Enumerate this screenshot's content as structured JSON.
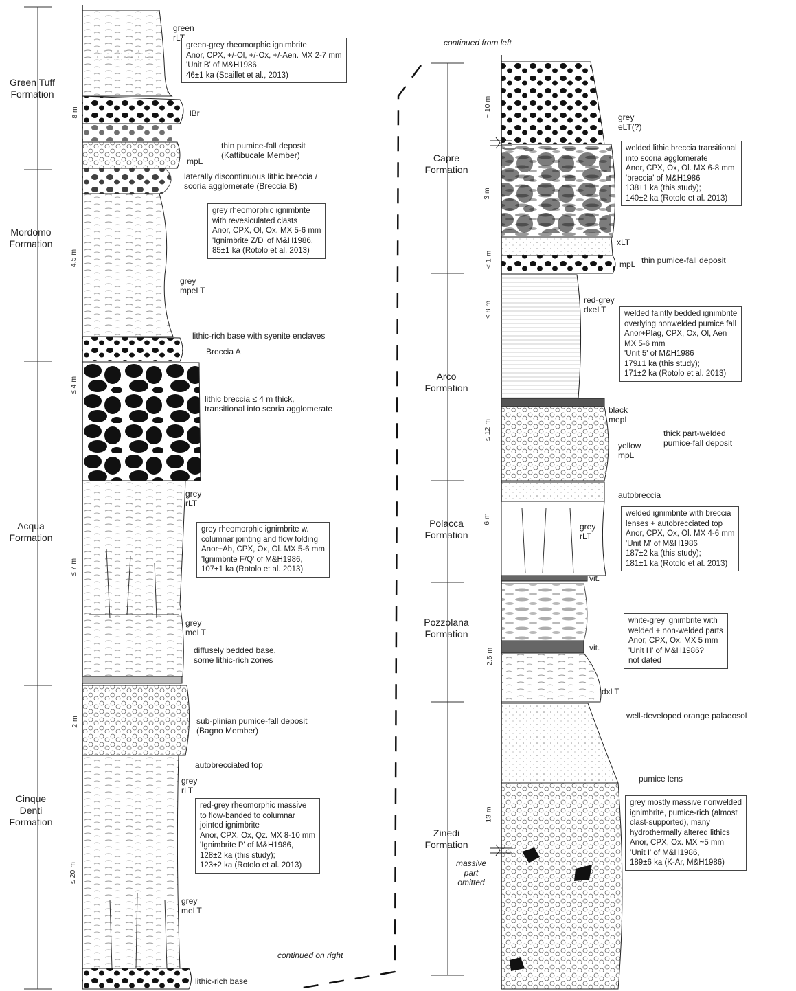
{
  "header": {
    "continued_from_left": "continued from left",
    "continued_on_right": "continued on right"
  },
  "left": {
    "formations": {
      "green_tuff": "Green Tuff\nFormation",
      "mordomo": "Mordomo\nFormation",
      "acqua": "Acqua\nFormation",
      "cinque_denti": "Cinque\nDenti\nFormation"
    },
    "thickness": [
      "8 m",
      "4.5 m",
      "≤ 4 m",
      "≤ 7 m",
      "2 m",
      "≤ 20 m"
    ],
    "unit_labels": {
      "green_rlt": "green\nrLT",
      "lbr": "lBr",
      "mpl": "mpL",
      "grey_mpelt": "grey\nmpeLT",
      "breccia_a": "Breccia A",
      "grey_rlt": "grey\nrLT",
      "grey_melt": "grey\nmeLT",
      "grey_rlt2": "grey\nrLT",
      "grey_melt2": "grey\nmeLT"
    },
    "notes": {
      "thin_pumice": "thin pumice-fall deposit\n(Kattibucale Member)",
      "breccia_b": "laterally discontinuous lithic breccia /\nscoria agglomerate (Breccia B)",
      "lithic_base_syenite": "lithic-rich base with syenite enclaves",
      "lithic_breccia": "lithic breccia ≤ 4 m thick,\ntransitional into scoria agglomerate",
      "diffusely_bedded": "diffusely bedded base,\nsome lithic-rich zones",
      "sub_plinian": "sub-plinian pumice-fall deposit\n(Bagno Member)",
      "autobrecciated": "autobrecciated top",
      "lithic_rich_base": "lithic-rich base"
    },
    "boxes": {
      "green_tuff": "green-grey rheomorphic ignimbrite\nAnor, CPX, +/-Ol, +/-Ox, +/-Aen. MX 2-7 mm\n'Unit B' of M&H1986,\n46±1 ka (Scaillet et al., 2013)",
      "mordomo": "grey rheomorphic ignimbrite\nwith revesiculated clasts\nAnor, CPX, Ol, Ox. MX 5-6 mm\n'Ignimbrite Z/D' of M&H1986,\n85±1 ka (Rotolo et al. 2013)",
      "acqua": "grey rheomorphic ignimbrite w.\ncolumnar jointing and flow folding\nAnor+Ab, CPX, Ox, Ol. MX 5-6 mm\n'Ignimbrite F/Q' of M&H1986,\n107±1 ka (Rotolo et al. 2013)",
      "cinque": "red-grey rheomorphic massive\nto flow-banded to columnar\njointed ignimbrite\nAnor, CPX, Ox, Qz. MX 8-10 mm\n'Ignimbrite P' of M&H1986,\n128±2 ka (this study);\n123±2 ka (Rotolo et al. 2013)"
    }
  },
  "right": {
    "formations": {
      "capre": "Capre\nFormation",
      "arco": "Arco\nFormation",
      "polacca": "Polacca\nFormation",
      "pozzolana": "Pozzolana\nFormation",
      "zinedi": "Zinedi\nFormation"
    },
    "thickness": [
      "~ 10 m",
      "3 m",
      "< 1 m",
      "≤ 8 m",
      "≤ 12 m",
      "6 m",
      "2.5 m",
      "13 m"
    ],
    "unit_labels": {
      "grey_elt": "grey\neLT(?)",
      "xlt": "xLT",
      "mpl": "mpL",
      "red_grey_dxelt": "red-grey\ndxeLT",
      "black_mepl": "black\nmepL",
      "yellow_mpl": "yellow\nmpL",
      "grey_rlt": "grey\nrLT",
      "vit1": "vit.",
      "vit2": "vit.",
      "dxlt": "dxLT"
    },
    "notes": {
      "thin_pumice": "thin pumice-fall deposit",
      "thick_pumice": "thick part-welded\npumice-fall deposit",
      "autobreccia": "autobreccia",
      "palaeosol": "well-developed orange palaeosol",
      "pumice_lens": "pumice lens",
      "massive_omitted": "massive\npart\nomitted"
    },
    "boxes": {
      "capre": "welded lithic breccia transitional\ninto scoria agglomerate\nAnor, CPX, Ox, Ol. MX 6-8 mm\n'breccia' of M&H1986\n138±1 ka (this study);\n140±2 ka (Rotolo et al. 2013)",
      "arco": "welded faintly bedded ignimbrite\noverlying nonwelded pumice fall\nAnor+Plag, CPX, Ox, Ol, Aen\nMX 5-6 mm\n'Unit 5' of M&H1986\n179±1 ka (this study);\n171±2 ka (Rotolo et al. 2013)",
      "polacca": "welded ignimbrite with breccia\nlenses + autobrecciated top\nAnor, CPX, Ox, Ol. MX 4-6 mm\n'Unit M' of M&H1986\n187±2 ka (this study);\n181±1 ka (Rotolo et al. 2013)",
      "pozzolana": "white-grey ignimbrite with\nwelded + non-welded parts\nAnor, CPX, Ox. MX 5 mm\n'Unit H' of M&H1986?\nnot dated",
      "zinedi": "grey mostly massive nonwelded\nignimbrite, pumice-rich (almost\nclast-supported), many\nhydrothermally altered lithics\nAnor, CPX, Ox. MX ~5 mm\n'Unit I' of M&H1986,\n189±6 ka (K-Ar, M&H1986)"
    }
  }
}
